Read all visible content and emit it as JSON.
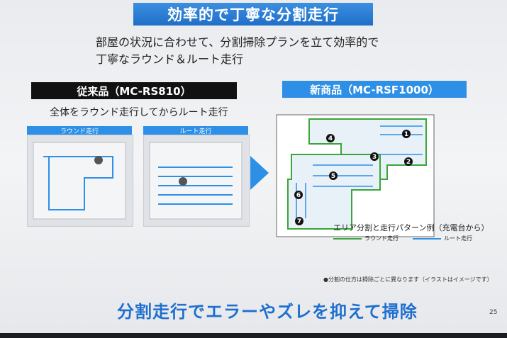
{
  "title": "効率的で丁寧な分割走行",
  "lead": {
    "line1": "部屋の状況に合わせて、分割掃除プランを立て効率的で",
    "line2": "丁寧なラウンド＆ルート走行"
  },
  "old": {
    "header": "従来品（MC-RS810）",
    "subtitle": "全体をラウンド走行してからルート走行",
    "panel_round": "ラウンド走行",
    "panel_route": "ルート走行"
  },
  "new": {
    "header": "新商品（MC-RSF1000）",
    "areas": [
      "1",
      "2",
      "3",
      "4",
      "5",
      "6",
      "7"
    ],
    "legend_title": "エリア分割と走行パターン例（充電台から）",
    "legend_round": "ラウンド走行",
    "legend_route": "ルート走行"
  },
  "note": "●分割の仕方は掃除ごとに異なります（イラストはイメージです）",
  "bottom": "分割走行でエラーやズレを抑えて掃除",
  "page_number": "25",
  "colors": {
    "blue": "#2d8fe5",
    "green": "#3aa53a",
    "dark": "#111111"
  }
}
